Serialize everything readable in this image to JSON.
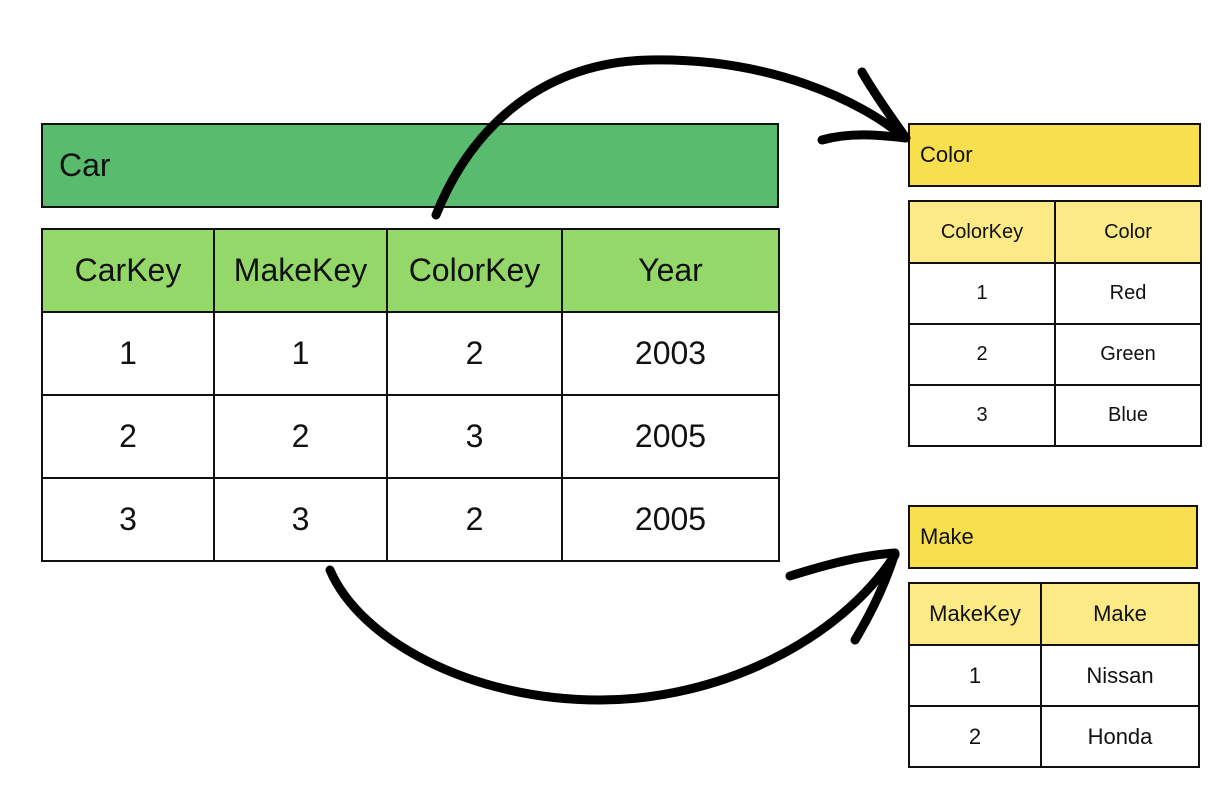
{
  "car": {
    "title": "Car",
    "headers": [
      "CarKey",
      "MakeKey",
      "ColorKey",
      "Year"
    ],
    "rows": [
      [
        "1",
        "1",
        "2",
        "2003"
      ],
      [
        "2",
        "2",
        "3",
        "2005"
      ],
      [
        "3",
        "3",
        "2",
        "2005"
      ]
    ]
  },
  "color": {
    "title": "Color",
    "headers": [
      "ColorKey",
      "Color"
    ],
    "rows": [
      [
        "1",
        "Red"
      ],
      [
        "2",
        "Green"
      ],
      [
        "3",
        "Blue"
      ]
    ]
  },
  "make": {
    "title": "Make",
    "headers": [
      "MakeKey",
      "Make"
    ],
    "rows": [
      [
        "1",
        "Nissan"
      ],
      [
        "2",
        "Honda"
      ]
    ]
  },
  "colors": {
    "car_title_bg": "#58bb6d",
    "car_header_bg": "#94d86a",
    "lookup_title_bg": "#f8df4e",
    "lookup_header_bg": "#fbea86",
    "border": "#111111",
    "arrow": "#000000"
  }
}
